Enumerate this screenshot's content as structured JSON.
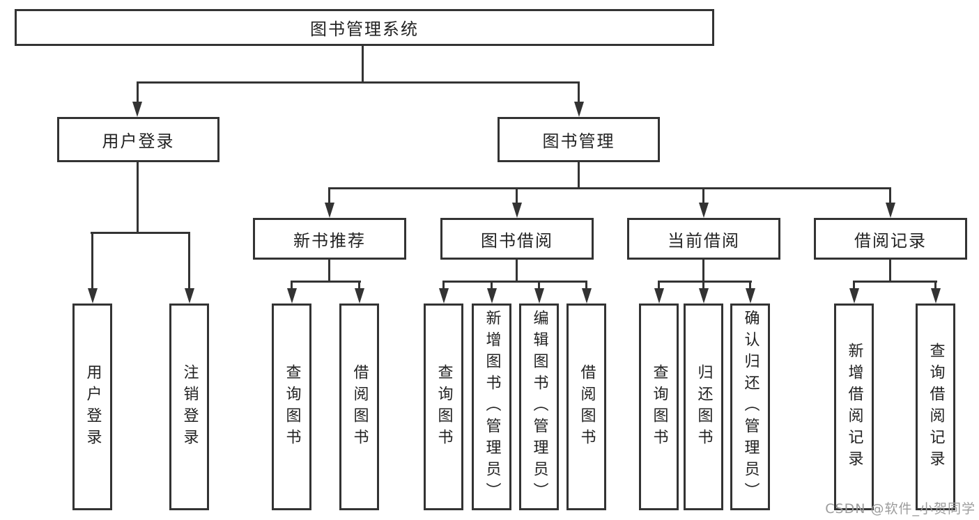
{
  "diagram": {
    "root": {
      "label": "图书管理系统"
    },
    "level2": [
      {
        "label": "用户登录"
      },
      {
        "label": "图书管理"
      }
    ],
    "level3": [
      {
        "label": "新书推荐"
      },
      {
        "label": "图书借阅"
      },
      {
        "label": "当前借阅"
      },
      {
        "label": "借阅记录"
      }
    ],
    "leaves": {
      "user_login": [
        {
          "label": "用户登录"
        },
        {
          "label": "注销登录"
        }
      ],
      "new_books": [
        {
          "label": "查询图书"
        },
        {
          "label": "借阅图书"
        }
      ],
      "book_borrow": [
        {
          "label": "查询图书"
        },
        {
          "label": "新增图书（管理员）"
        },
        {
          "label": "编辑图书（管理员）"
        },
        {
          "label": "借阅图书"
        }
      ],
      "current_borrow": [
        {
          "label": "查询图书"
        },
        {
          "label": "归还图书"
        },
        {
          "label": "确认归还（管理员）"
        }
      ],
      "borrow_records": [
        {
          "label": "新增借阅记录"
        },
        {
          "label": "查询借阅记录"
        }
      ]
    },
    "colors": {
      "line": "#333333",
      "text": "#222222",
      "watermark": "#9c9c9c",
      "background": "#ffffff"
    }
  },
  "watermark": {
    "text": "CSDN @软件_小贺同学"
  }
}
